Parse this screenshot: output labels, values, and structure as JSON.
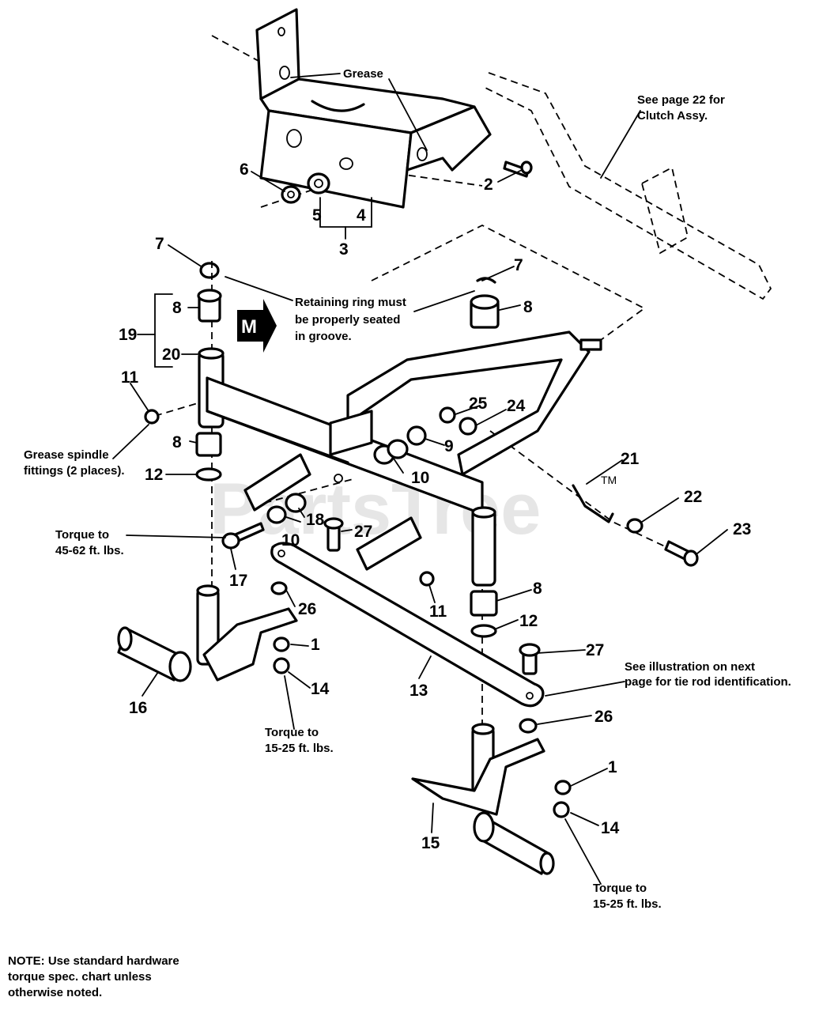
{
  "watermark": "PartsTree",
  "trademark": "TM",
  "m_badge": "M",
  "callouts": {
    "p1a": "1",
    "p1b": "1",
    "p2": "2",
    "p3": "3",
    "p4": "4",
    "p5": "5",
    "p6": "6",
    "p7a": "7",
    "p7b": "7",
    "p8a": "8",
    "p8b": "8",
    "p8c": "8",
    "p8d": "8",
    "p9": "9",
    "p10a": "10",
    "p10b": "10",
    "p11a": "11",
    "p11b": "11",
    "p12a": "12",
    "p12b": "12",
    "p13": "13",
    "p14a": "14",
    "p14b": "14",
    "p15": "15",
    "p16": "16",
    "p17": "17",
    "p18": "18",
    "p19": "19",
    "p20": "20",
    "p21": "21",
    "p22": "22",
    "p23": "23",
    "p24": "24",
    "p25": "25",
    "p26a": "26",
    "p26b": "26",
    "p27a": "27",
    "p27b": "27"
  },
  "notes": {
    "grease": "Grease",
    "clutch_line1": "See page 22 for",
    "clutch_line2": "Clutch Assy.",
    "retaining_line1": "Retaining ring must",
    "retaining_line2": "be properly seated",
    "retaining_line3": "in groove.",
    "grease_spindle_line1": "Grease spindle",
    "grease_spindle_line2": "fittings (2 places).",
    "torque_left_line1": "Torque to",
    "torque_left_line2": "45-62 ft. lbs.",
    "torque_mid_line1": "Torque to",
    "torque_mid_line2": "15-25 ft. lbs.",
    "torque_right_line1": "Torque to",
    "torque_right_line2": "15-25 ft. lbs.",
    "tierod_line1": "See illustration on next",
    "tierod_line2": "page for tie rod identification.",
    "hardware_line1": "NOTE: Use standard hardware",
    "hardware_line2": "torque spec. chart unless",
    "hardware_line3": "otherwise noted."
  }
}
